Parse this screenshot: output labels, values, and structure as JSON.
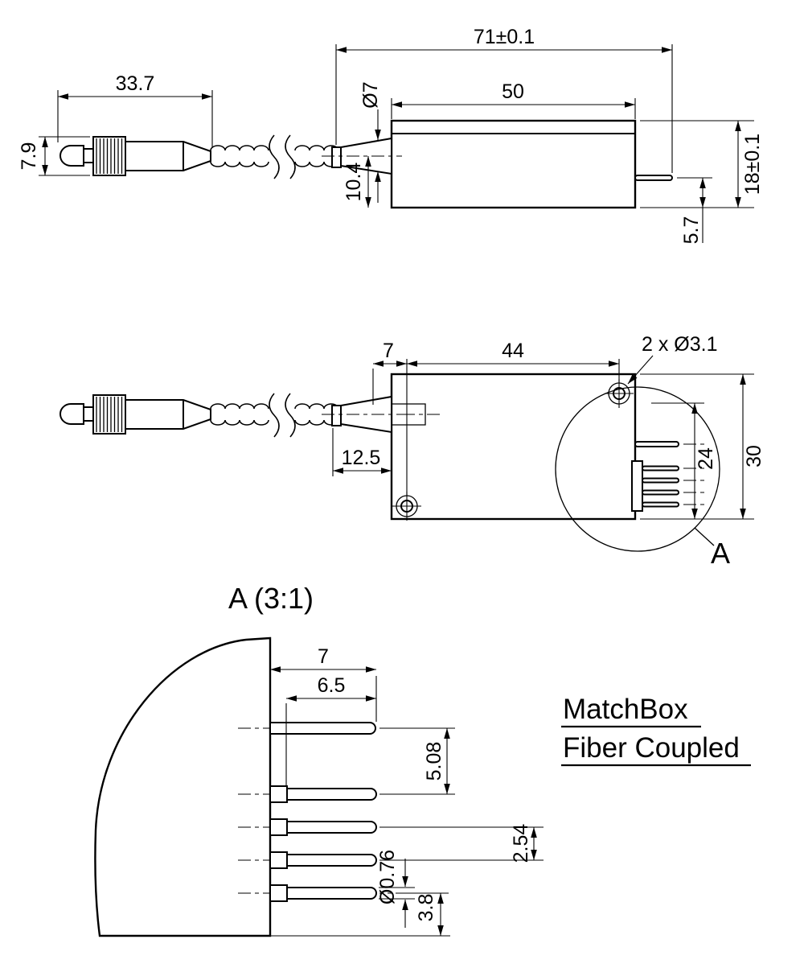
{
  "title": {
    "line1": "MatchBox",
    "line2": "Fiber Coupled"
  },
  "side_view": {
    "overall_length": "71±0.1",
    "connector_length": "33.7",
    "body_length": "50",
    "boot_diameter": "Ø7",
    "connector_height": "7.9",
    "axis_height": "10.4",
    "body_height": "18±0.1",
    "pin_height": "5.7"
  },
  "plan_view": {
    "edge_to_hole": "7",
    "hole_spacing": "44",
    "boot_protrusion": "12.5",
    "pin_row_offset": "24",
    "body_width": "30",
    "mounting_holes": "2 x Ø3.1",
    "detail_callout": "A"
  },
  "detail_view": {
    "label": "A (3:1)",
    "pin_length_long": "7",
    "pin_length_short": "6.5",
    "pitch_large": "5.08",
    "pitch_small": "2.54",
    "pin_diameter": "Ø0.76",
    "bottom_offset": "3.8"
  }
}
